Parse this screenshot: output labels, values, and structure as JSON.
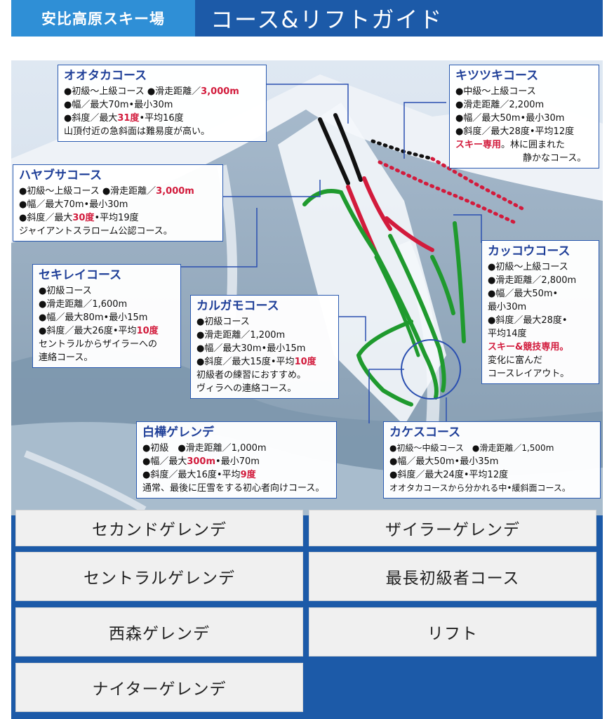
{
  "header": {
    "resort_name": "安比高原スキー場",
    "title": "コース&リフトガイド"
  },
  "courses": {
    "ootaka": {
      "name": "オオタカコース",
      "l1a": "●初級～上級コース ●滑走距離／",
      "l1b": "3,000m",
      "l2": "●幅／最大70m•最小30m",
      "l3a": "●斜度／最大",
      "l3b": "31度",
      "l3c": "•平均16度",
      "l4": "山頂付近の急斜面は難易度が高い。"
    },
    "hayabusa": {
      "name": "ハヤブサコース",
      "l1a": "●初級～上級コース ●滑走距離／",
      "l1b": "3,000m",
      "l2": "●幅／最大70m•最小30m",
      "l3a": "●斜度／最大",
      "l3b": "30度",
      "l3c": "•平均19度",
      "l4": "ジャイアントスラローム公認コース。"
    },
    "sekirei": {
      "name": "セキレイコース",
      "l1": "●初級コース",
      "l2": "●滑走距離／1,600m",
      "l3": "●幅／最大80m•最小15m",
      "l4a": "●斜度／最大26度•平均",
      "l4b": "10度",
      "l5": "セントラルからザイラーへの",
      "l6": "連絡コース。"
    },
    "karugamo": {
      "name": "カルガモコース",
      "l1": "●初級コース",
      "l2": "●滑走距離／1,200m",
      "l3": "●幅／最大30m•最小15m",
      "l4a": "●斜度／最大15度•平均",
      "l4b": "10度",
      "l5": "初級者の練習におすすめ。",
      "l6": "ヴィラへの連絡コース。"
    },
    "kitsutsuki": {
      "name": "キツツキコース",
      "l1": "●中級～上級コース",
      "l2": "●滑走距離／2,200m",
      "l3": "●幅／最大50m•最小30m",
      "l4": "●斜度／最大28度•平均12度",
      "l5a": "スキー専用",
      "l5b": "。林に囲まれた",
      "l6": "静かなコース。"
    },
    "kakkou": {
      "name": "カッコウコース",
      "l1": "●初級～上級コース",
      "l2": "●滑走距離／2,800m",
      "l3": "●幅／最大50m•",
      "l4": "最小30m",
      "l5": "●斜度／最大28度•",
      "l6": "平均14度",
      "l7": "スキー&競技専用。",
      "l8": "変化に富んだ",
      "l9": "コースレイアウト。"
    },
    "shirakaba": {
      "name": "白樺ゲレンデ",
      "l1": "●初級　●滑走距離／1,000m",
      "l2a": "●幅／最大",
      "l2b": "300m",
      "l2c": "•最小70m",
      "l3a": "●斜度／最大16度•平均",
      "l3b": "9度",
      "l4": "通常、最後に圧雪をする初心者向けコース。"
    },
    "kakesu": {
      "name": "カケスコース",
      "l1": "●初級～中級コース　●滑走距離／1,500m",
      "l2": "●幅／最大50m•最小35m",
      "l3": "●斜度／最大24度•平均12度",
      "l4": "オオタカコースから分かれる中•緩斜面コース。"
    }
  },
  "nav": {
    "second": "セカンドゲレンデ",
    "zairer": "ザイラーゲレンデ",
    "central": "セントラルゲレンデ",
    "longest": "最長初級者コース",
    "nishimori": "西森ゲレンデ",
    "lift": "リフト",
    "nighter": "ナイターゲレンデ"
  },
  "colors": {
    "header_blue": "#1c5aa8",
    "header_light": "#2f8fd6",
    "course_title": "#1f3f98",
    "highlight_red": "#d21b3c",
    "course_green": "#1f9a2e",
    "course_red": "#d21b3c",
    "course_black": "#111111"
  }
}
